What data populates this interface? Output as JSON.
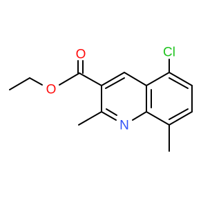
{
  "molecule": {
    "atoms": [
      {
        "symbol": "O",
        "color": "#ff0d0d",
        "role": "carbonyl-oxygen"
      },
      {
        "symbol": "O",
        "color": "#ff0d0d",
        "role": "ester-oxygen"
      },
      {
        "symbol": "Cl",
        "color": "#1fc41f",
        "role": "chloro-substituent"
      },
      {
        "symbol": "N",
        "color": "#3050f8",
        "role": "ring-nitrogen"
      }
    ],
    "bond_color": "#000000"
  }
}
